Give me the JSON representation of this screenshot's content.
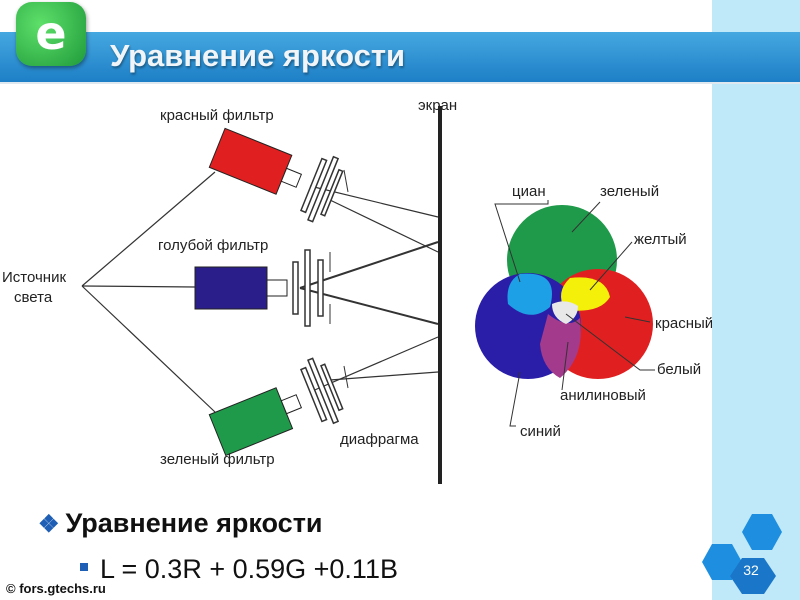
{
  "slide": {
    "title": "Уравнение яркости",
    "logo_letter": "e",
    "bullet_heading": "Уравнение яркости",
    "formula": "L = 0.3R + 0.59G +0.11B",
    "footer_site": "© fors.gtechs.ru",
    "page_number": "32"
  },
  "colors": {
    "header_blue": "#1d7fc6",
    "strip_light_blue": "#bfe8f8",
    "red": "#e02020",
    "navy": "#2a1f8a",
    "green": "#1f9a4a",
    "cyan": "#1ea0e6",
    "yellow": "#f5f00a",
    "magenta": "#a43a8c",
    "blue_circle": "#2a1ea8"
  },
  "diagram": {
    "labels": {
      "red_filter": "красный фильтр",
      "blue_filter": "голубой фильтр",
      "green_filter": "зеленый фильтр",
      "source_line1": "Источник",
      "source_line2": "света",
      "screen": "экран",
      "diaphragm": "диафрагма",
      "cyan": "циан",
      "green": "зеленый",
      "yellow": "желтый",
      "red": "красный",
      "white": "белый",
      "aniline": "анилиновый",
      "blue": "синий"
    }
  }
}
